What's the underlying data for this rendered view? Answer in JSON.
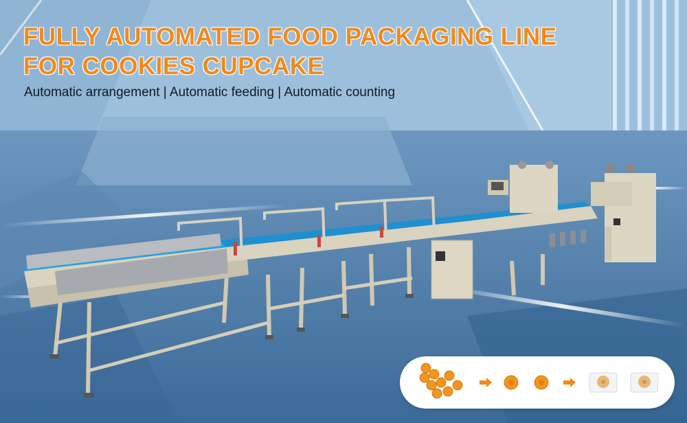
{
  "headline": {
    "line1": "FULLY AUTOMATED FOOD PACKAGING LINE",
    "line2": "FOR COOKIES CUPCAKE"
  },
  "subtitle": "Automatic arrangement | Automatic feeding | Automatic counting",
  "colors": {
    "headline": "#f08a1c",
    "subtitle": "#0f1a26",
    "conveyor_belt": "#1f8fd0",
    "machine_frame": "#d9d3bf",
    "arrow": "#f08a1c"
  },
  "process_flow": {
    "steps": [
      "cookie-pile-icon",
      "arrow-icon",
      "single-cookie-icon",
      "single-cookie-icon",
      "arrow-icon",
      "wrapped-cookie-icon",
      "wrapped-cookie-icon"
    ]
  }
}
